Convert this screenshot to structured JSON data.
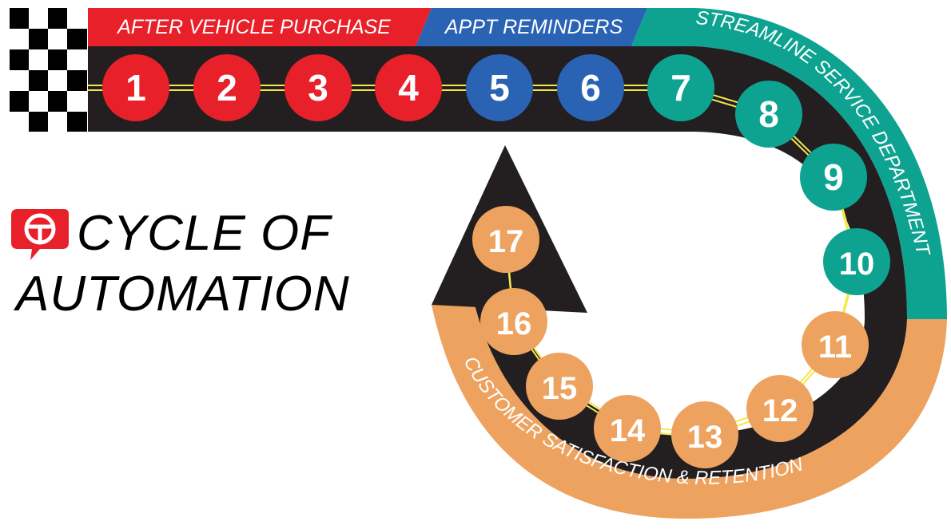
{
  "title": {
    "line1": "CYCLE OF",
    "line2": "AUTOMATION"
  },
  "logo_icon": "steering-wheel-icon",
  "sections": [
    {
      "label": "AFTER VEHICLE PURCHASE",
      "color": "#e8202a",
      "steps": [
        "1",
        "2",
        "3",
        "4"
      ]
    },
    {
      "label": "APPT REMINDERS",
      "color": "#2a63b4",
      "steps": [
        "5",
        "6"
      ]
    },
    {
      "label": "STREAMLINE SERVICE DEPARTMENT",
      "color": "#0ea391",
      "steps": [
        "7",
        "8",
        "9",
        "10"
      ]
    },
    {
      "label": "CUSTOMER SATISFACTION & RETENTION",
      "color": "#eda25f",
      "steps": [
        "11",
        "12",
        "13",
        "14",
        "15",
        "16",
        "17"
      ]
    }
  ],
  "colors": {
    "track": "#231f20",
    "lane_line": "#f3e84a",
    "number_text": "#ffffff",
    "checker": "#000000"
  }
}
